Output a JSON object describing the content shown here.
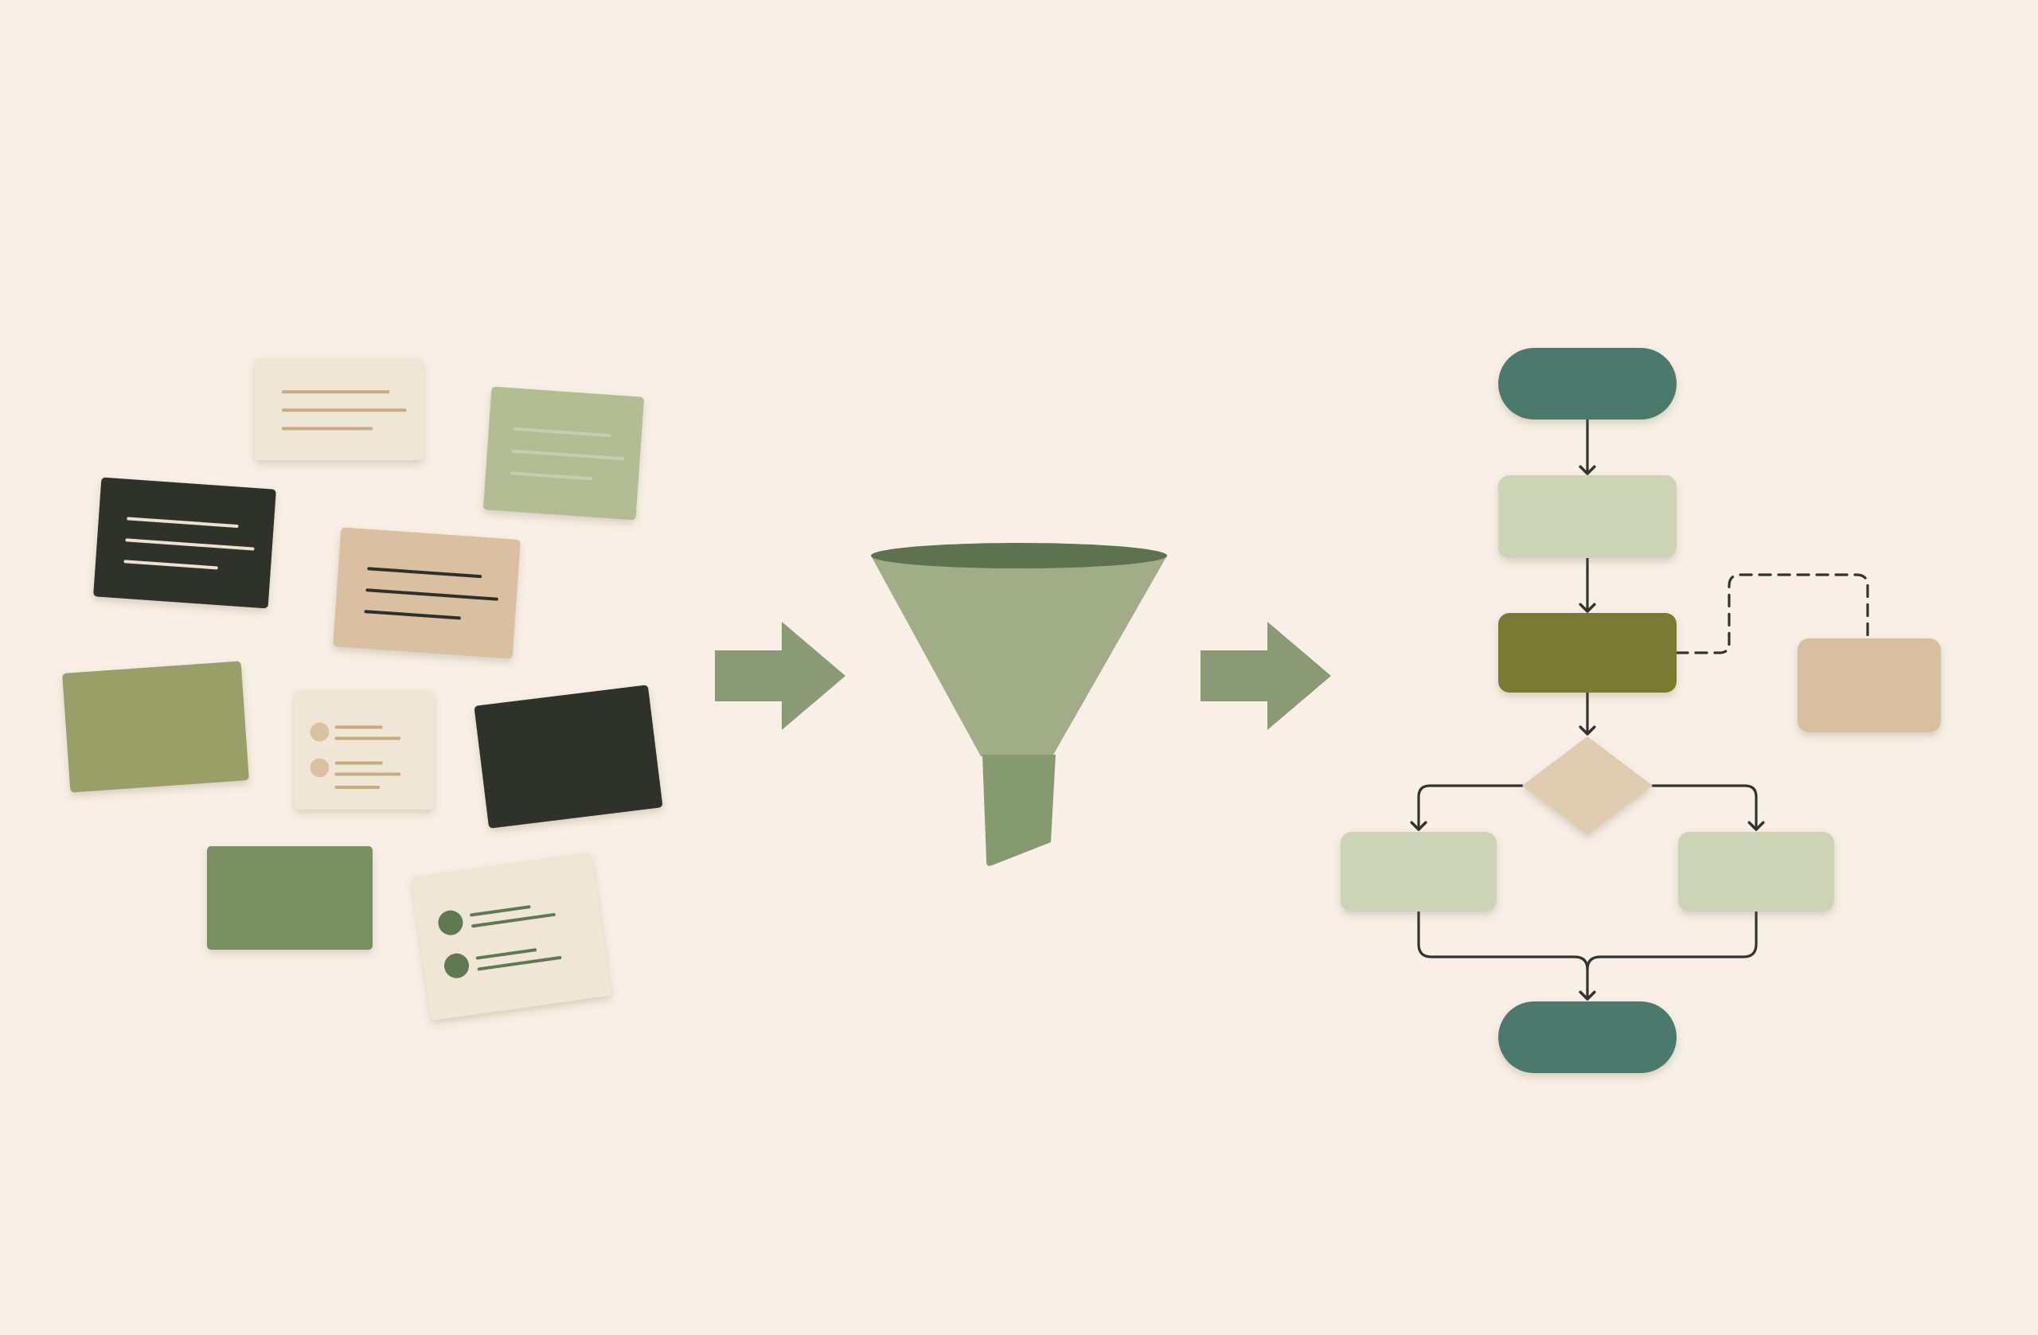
{
  "colors": {
    "background": "#f8f0e6",
    "card_cream": "#efe6d6",
    "card_sage": "#b2bd94",
    "card_dark": "#2f302c",
    "card_tan": "#d8c0a0",
    "card_olive": "#98a068",
    "card_green": "#7a8f62",
    "line_tan": "#c8ab80",
    "line_light": "#ece2cf",
    "line_dark": "#2f302c",
    "line_green": "#5f7a52",
    "dot_tan": "#d9c2a2",
    "dot_green": "#5f7a52",
    "arrow": "#8a9a74",
    "funnel_body": "#a0ad86",
    "funnel_rim": "#5e7250",
    "funnel_spout": "#859a6f",
    "terminal": "#4b7a6c",
    "process_light": "#cdd4b5",
    "process_dark": "#7a7a30",
    "side_box": "#d8bfa0",
    "decision": "#e0ccb0",
    "connector": "#34342f"
  },
  "scattered_cards": [
    {
      "id": "card-1",
      "fill": "card_cream",
      "content": "lines",
      "line_color": "line_tan"
    },
    {
      "id": "card-2",
      "fill": "card_sage",
      "content": "faint-lines",
      "line_color": "card_sage"
    },
    {
      "id": "card-3",
      "fill": "card_dark",
      "content": "lines",
      "line_color": "line_light"
    },
    {
      "id": "card-4",
      "fill": "card_tan",
      "content": "lines",
      "line_color": "line_dark"
    },
    {
      "id": "card-5",
      "fill": "card_olive",
      "content": "none"
    },
    {
      "id": "card-6",
      "fill": "card_cream",
      "content": "bullets",
      "dot_color": "dot_tan",
      "line_color": "line_tan"
    },
    {
      "id": "card-7",
      "fill": "card_dark",
      "content": "none"
    },
    {
      "id": "card-8",
      "fill": "card_green",
      "content": "none"
    },
    {
      "id": "card-9",
      "fill": "card_cream",
      "content": "bullets",
      "dot_color": "dot_green",
      "line_color": "line_green"
    }
  ],
  "funnel": {
    "icon": "funnel-icon"
  },
  "arrows": [
    {
      "icon": "right-arrow-icon"
    },
    {
      "icon": "right-arrow-icon"
    }
  ],
  "flowchart": {
    "nodes": [
      {
        "id": "start",
        "shape": "terminal"
      },
      {
        "id": "step-1",
        "shape": "process"
      },
      {
        "id": "step-2",
        "shape": "process",
        "emphasis": "dark"
      },
      {
        "id": "side",
        "shape": "process",
        "emphasis": "tan"
      },
      {
        "id": "decision",
        "shape": "decision"
      },
      {
        "id": "branch-left",
        "shape": "process"
      },
      {
        "id": "branch-right",
        "shape": "process"
      },
      {
        "id": "end",
        "shape": "terminal"
      }
    ],
    "edges": [
      {
        "from": "start",
        "to": "step-1",
        "style": "solid"
      },
      {
        "from": "step-1",
        "to": "step-2",
        "style": "solid"
      },
      {
        "from": "step-2",
        "to": "side",
        "style": "dashed"
      },
      {
        "from": "step-2",
        "to": "decision",
        "style": "solid"
      },
      {
        "from": "decision",
        "to": "branch-left",
        "style": "solid"
      },
      {
        "from": "decision",
        "to": "branch-right",
        "style": "solid"
      },
      {
        "from": "branch-left",
        "to": "end",
        "style": "solid"
      },
      {
        "from": "branch-right",
        "to": "end",
        "style": "solid"
      }
    ]
  }
}
